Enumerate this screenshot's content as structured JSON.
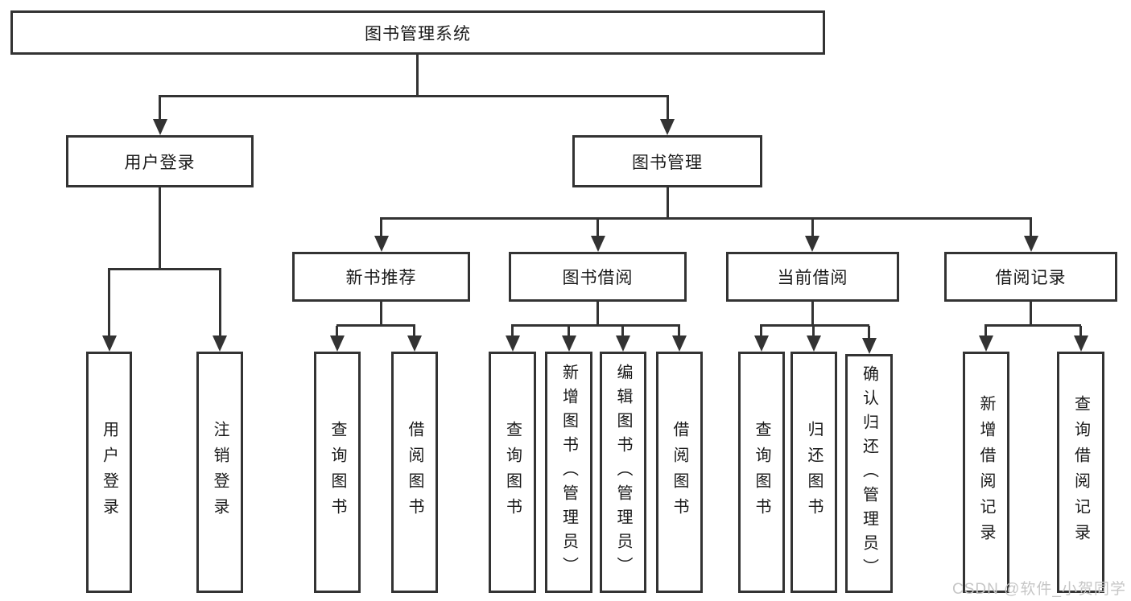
{
  "watermark": "CSDN @软件_小贺同学",
  "colors": {
    "line": "#333333",
    "box_border": "#333333",
    "text": "#1a1a1a",
    "background": "#ffffff",
    "watermark_text": "#c6c6c6"
  },
  "tree": {
    "root": {
      "label": "图书管理系统",
      "children": [
        {
          "label": "用户登录",
          "children": [
            {
              "label": "用户登录"
            },
            {
              "label": "注销登录"
            }
          ]
        },
        {
          "label": "图书管理",
          "children": [
            {
              "label": "新书推荐",
              "children": [
                {
                  "label": "查询图书"
                },
                {
                  "label": "借阅图书"
                }
              ]
            },
            {
              "label": "图书借阅",
              "children": [
                {
                  "label": "查询图书"
                },
                {
                  "label": "新增图书（管理员）"
                },
                {
                  "label": "编辑图书（管理员）"
                },
                {
                  "label": "借阅图书"
                }
              ]
            },
            {
              "label": "当前借阅",
              "children": [
                {
                  "label": "查询图书"
                },
                {
                  "label": "归还图书"
                },
                {
                  "label": "确认归还（管理员）"
                }
              ]
            },
            {
              "label": "借阅记录",
              "children": [
                {
                  "label": "新增借阅记录"
                },
                {
                  "label": "查询借阅记录"
                }
              ]
            }
          ]
        }
      ]
    }
  }
}
